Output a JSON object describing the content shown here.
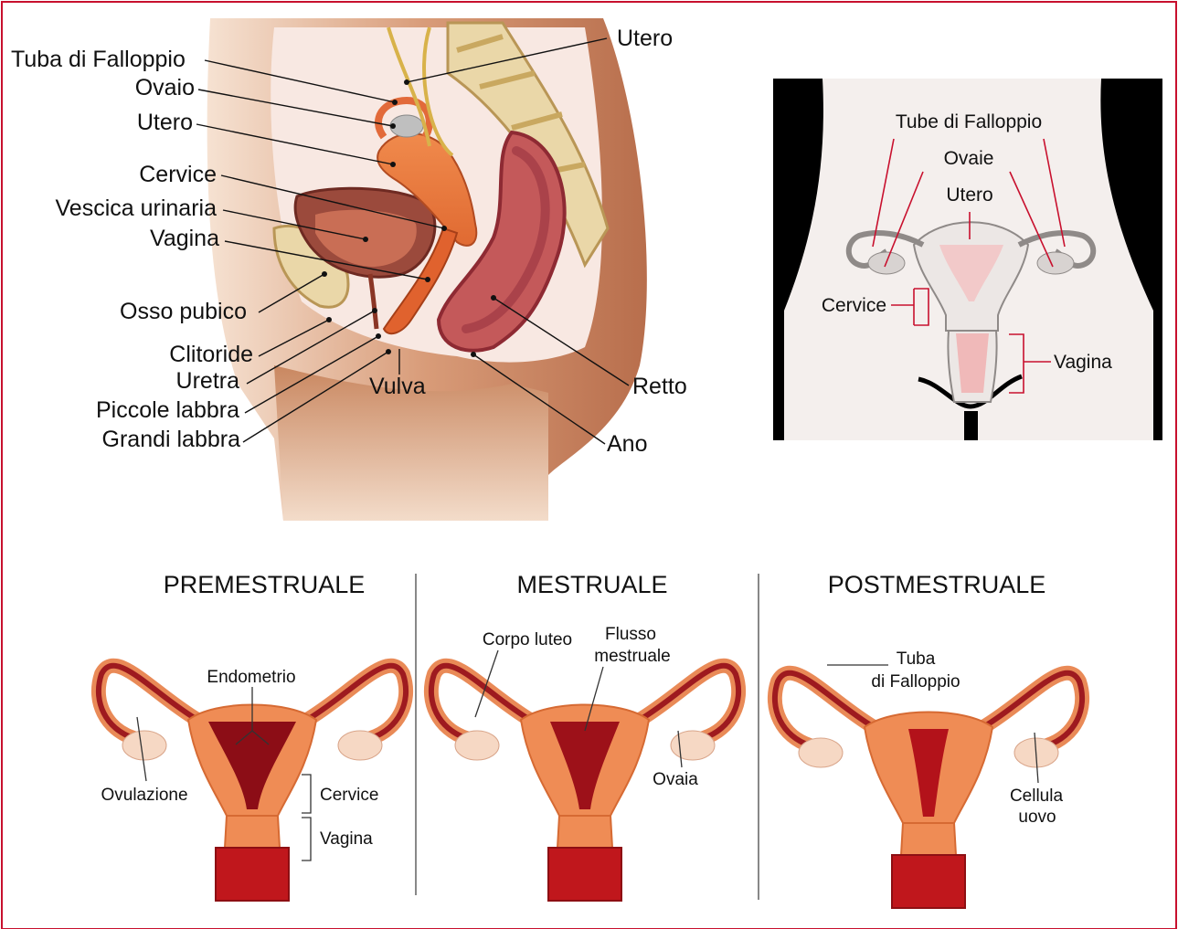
{
  "sagittal": {
    "labels": {
      "tuba": "Tuba di Falloppio",
      "ovaio": "Ovaio",
      "utero_left": "Utero",
      "cervice": "Cervice",
      "vescica": "Vescica urinaria",
      "vagina": "Vagina",
      "osso": "Osso pubico",
      "clitoride": "Clitoride",
      "uretra": "Uretra",
      "piccole": "Piccole labbra",
      "grandi": "Grandi labbra",
      "vulva": "Vulva",
      "utero_top": "Utero",
      "retto": "Retto",
      "ano": "Ano"
    }
  },
  "frontal": {
    "labels": {
      "tube": "Tube di Falloppio",
      "ovaie": "Ovaie",
      "utero": "Utero",
      "cervice": "Cervice",
      "vagina": "Vagina"
    }
  },
  "phases": {
    "pre": {
      "title": "PREMESTRUALE",
      "endometrio": "Endometrio",
      "ovulazione": "Ovulazione",
      "cervice": "Cervice",
      "vagina": "Vagina"
    },
    "mes": {
      "title": "MESTRUALE",
      "corpo_luteo": "Corpo luteo",
      "flusso_1": "Flusso",
      "flusso_2": "mestruale",
      "ovaia": "Ovaia"
    },
    "post": {
      "title": "POSTMESTRUALE",
      "tuba_1": "Tuba",
      "tuba_2": "di Falloppio",
      "cellula_1": "Cellula",
      "cellula_2": "uovo"
    }
  },
  "colors": {
    "frame": "#c8102e",
    "skin": "#c98760",
    "uterus": "#e8743c",
    "endometrium": "#a3111a",
    "frontal_bg": "#000000"
  }
}
